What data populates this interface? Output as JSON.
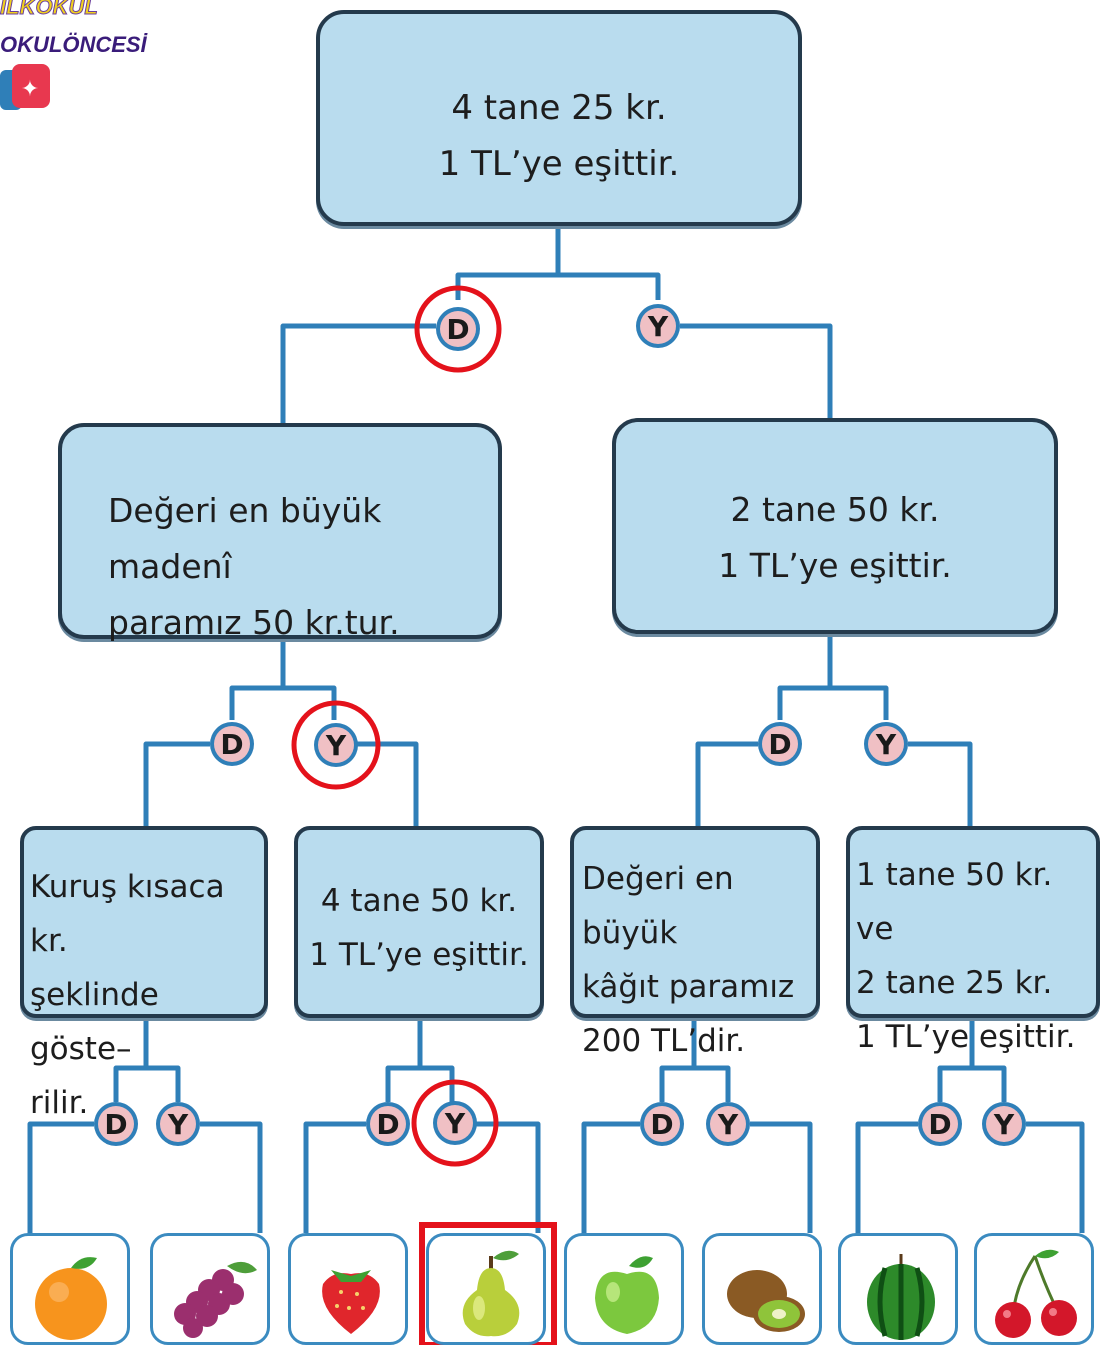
{
  "brand": {
    "line1": "İLKOKUL",
    "line2": "OKULÖNCESİ"
  },
  "answers": {
    "yes": "D",
    "no": "Y"
  },
  "root": {
    "lines": [
      "4 tane 25 kr.",
      "1 TL’ye eşittir."
    ]
  },
  "left": {
    "lines": [
      "Değeri en büyük madenî",
      "paramız 50 kr.tur."
    ]
  },
  "right": {
    "lines": [
      "2 tane 50 kr.",
      "1 TL’ye eşittir."
    ]
  },
  "left_left": {
    "lines": [
      "Kuruş kısaca kr.",
      "şeklinde göste–",
      "rilir."
    ]
  },
  "left_right": {
    "lines": [
      "4 tane 50 kr.",
      "1 TL’ye eşittir."
    ]
  },
  "right_left": {
    "lines": [
      "Değeri en büyük",
      "kâğıt paramız",
      "200 TL’dir."
    ]
  },
  "right_right": {
    "lines": [
      "1 tane 50 kr. ve",
      "2 tane 25 kr.",
      "1 TL’ye eşittir."
    ]
  },
  "fruits": [
    "orange",
    "grapes",
    "strawberry",
    "pear",
    "apple",
    "kiwi",
    "watermelon",
    "cherries"
  ],
  "selected_path": [
    "D",
    "Y",
    "Y"
  ],
  "selected_fruit": "pear",
  "colors": {
    "box_fill": "#b9dcee",
    "box_border": "#243a4c",
    "connector": "#2f7fb8",
    "badge_fill": "#f0c0c4",
    "badge_ring": "#2f7fb8",
    "highlight": "#e4121b",
    "fruit_border": "#3b8bc0"
  }
}
